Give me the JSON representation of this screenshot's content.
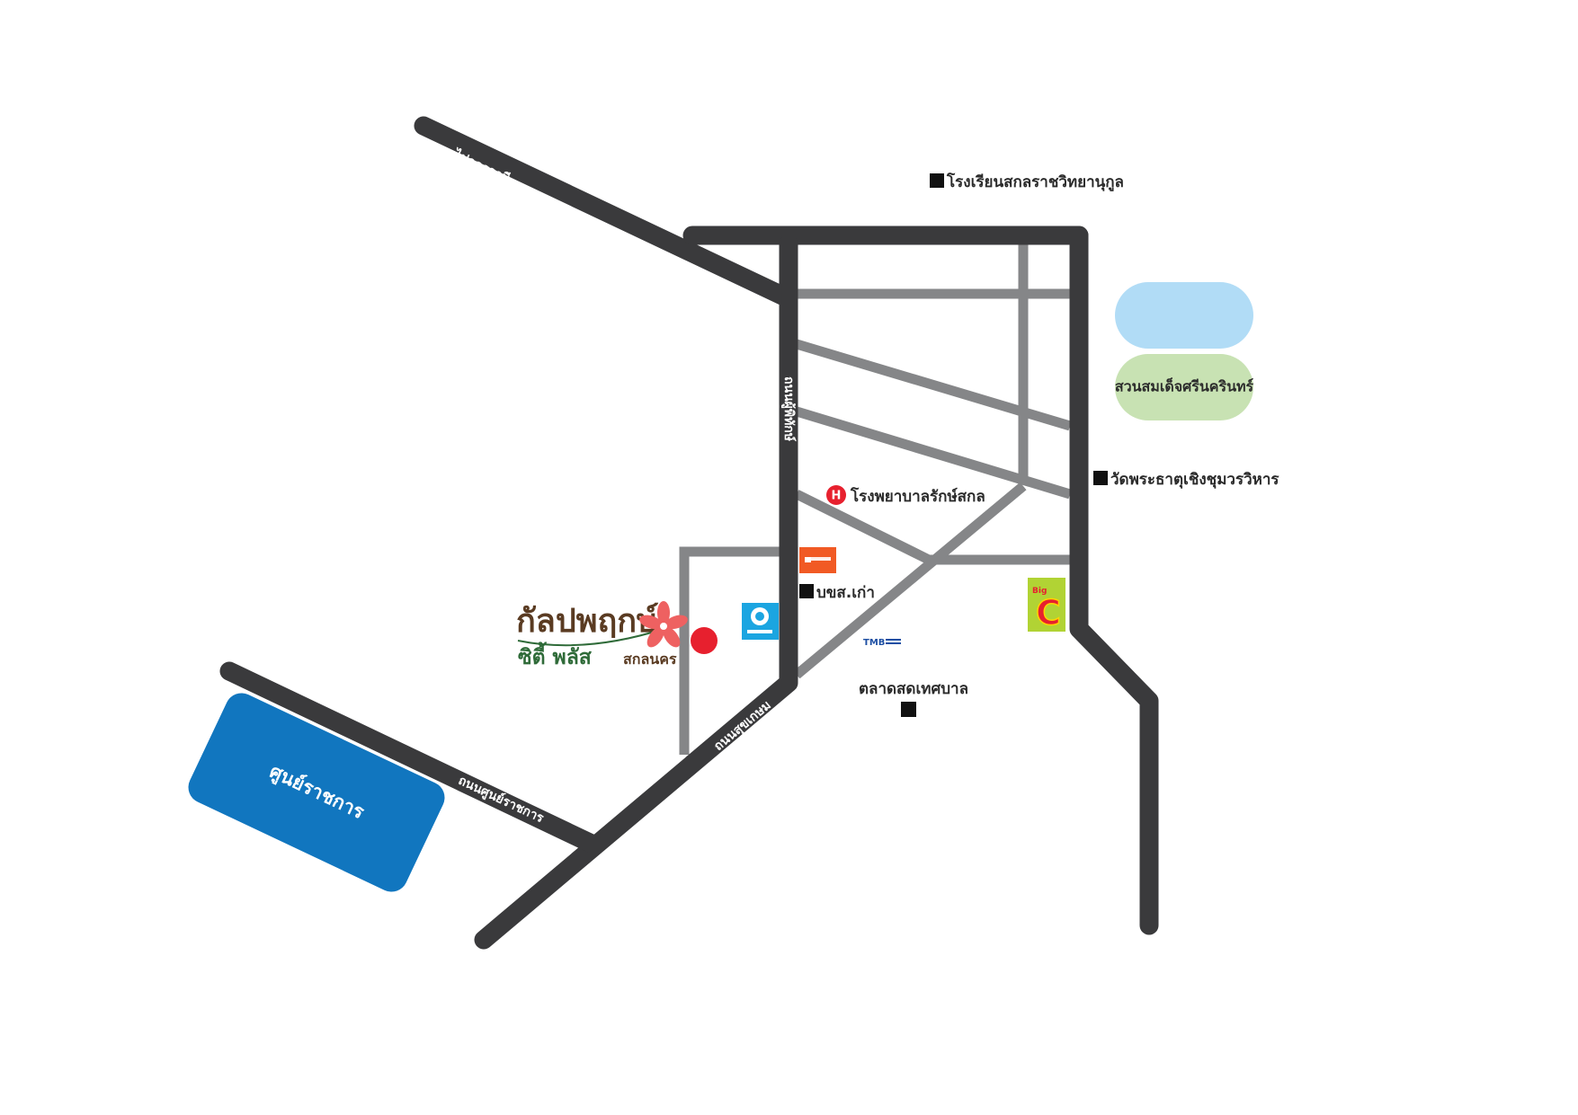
{
  "colors": {
    "major_road": "#3a3a3c",
    "minor_road": "#858688",
    "government": "#1176bf",
    "pond": "#b1dcf6",
    "park": "#c8e2b3",
    "pin": "#e7202e",
    "hospital": "#e7202e",
    "logo_brown": "#5a3b22",
    "logo_green": "#2f6b39",
    "flower": "#ee6161"
  },
  "roads": {
    "to_udon": "ไปอุดรธานี",
    "road_a": "ถนนผู้พิทักษ์",
    "road_b": "ถนนสุขเกษม",
    "road_c": "ถนนศูนย์ราชการ"
  },
  "landmarks": {
    "school": "โรงเรียนสกลราชวิทยานุกูล",
    "park": "สวนสมเด็จศรีนครินทร์",
    "temple": "วัดพระธาตุเชิงชุมวรวิหาร",
    "hospital": "โรงพยาบาลรักษ์สกล",
    "hospital_icon": "H",
    "bus_station": "บขส.เก่า",
    "market": "ตลาดสดเทศบาล",
    "government_center": "ศูนย์ราชการ"
  },
  "project": {
    "name_line1": "กัลปพฤกษ์",
    "name_line2": "ซิตี้ พลัส",
    "name_city": "สกลนคร"
  },
  "logos": {
    "big_c_small": "Big",
    "big_c_letter": "C",
    "tmb": "TMB",
    "tmb_icon": "tmb-bank-logo-icon",
    "ktb_icon": "krungthai-bank-logo-icon",
    "orange_icon": "orange-store-logo-icon"
  }
}
